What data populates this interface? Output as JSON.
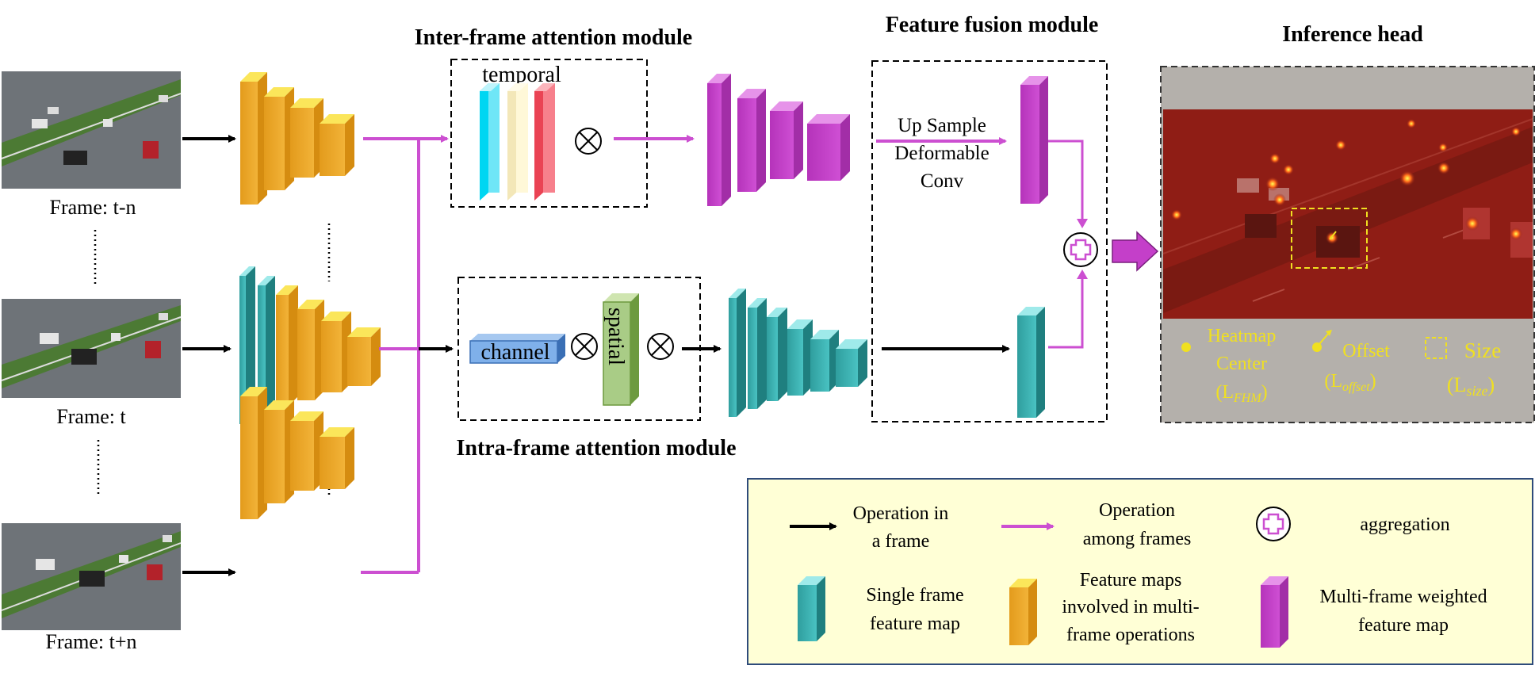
{
  "modules": {
    "inter_frame": "Inter-frame attention module",
    "feature_fusion": "Feature fusion module",
    "inference_head": "Inference head",
    "intra_frame": "Intra-frame attention module"
  },
  "frames": {
    "top": "Frame: t-n",
    "middle": "Frame: t",
    "bottom": "Frame: t+n"
  },
  "blocks": {
    "temporal": "temporal",
    "channel": "channel",
    "spatial": "spatial",
    "upsample_line1": "Up Sample",
    "upsample_line2": "Deformable",
    "upsample_line3": "Conv",
    "times": "⊗"
  },
  "inference": {
    "heatmap_line1": "Heatmap",
    "heatmap_line2": "Center",
    "heatmap_loss": "(L",
    "heatmap_sub": "FHM",
    "offset_label": "Offset",
    "offset_loss": "(L",
    "offset_sub": "offset",
    "size_label": "Size",
    "size_loss": "(L",
    "size_sub": "size",
    "close_paren": ")"
  },
  "legend": {
    "op_frame_line1": "Operation in",
    "op_frame_line2": "a frame",
    "op_among_line1": "Operation",
    "op_among_line2": "among frames",
    "aggregation": "aggregation",
    "single_line1": "Single frame",
    "single_line2": "feature map",
    "involved_line1": "Feature maps",
    "involved_line2": "involved in multi-",
    "involved_line3": "frame operations",
    "weighted_line1": "Multi-frame weighted",
    "weighted_line2": "feature map"
  },
  "colors": {
    "black_arrow": "#000000",
    "magenta_arrow": "#cc4fd1",
    "orange_block": "#e9a626",
    "teal_block": "#3bb3b3",
    "purple_block": "#c43fc9",
    "legend_bg": "#ffffd6",
    "legend_border": "#2e4b7a",
    "heatmap_red": "#8b1a14",
    "annotation_yellow": "#f0e020"
  }
}
